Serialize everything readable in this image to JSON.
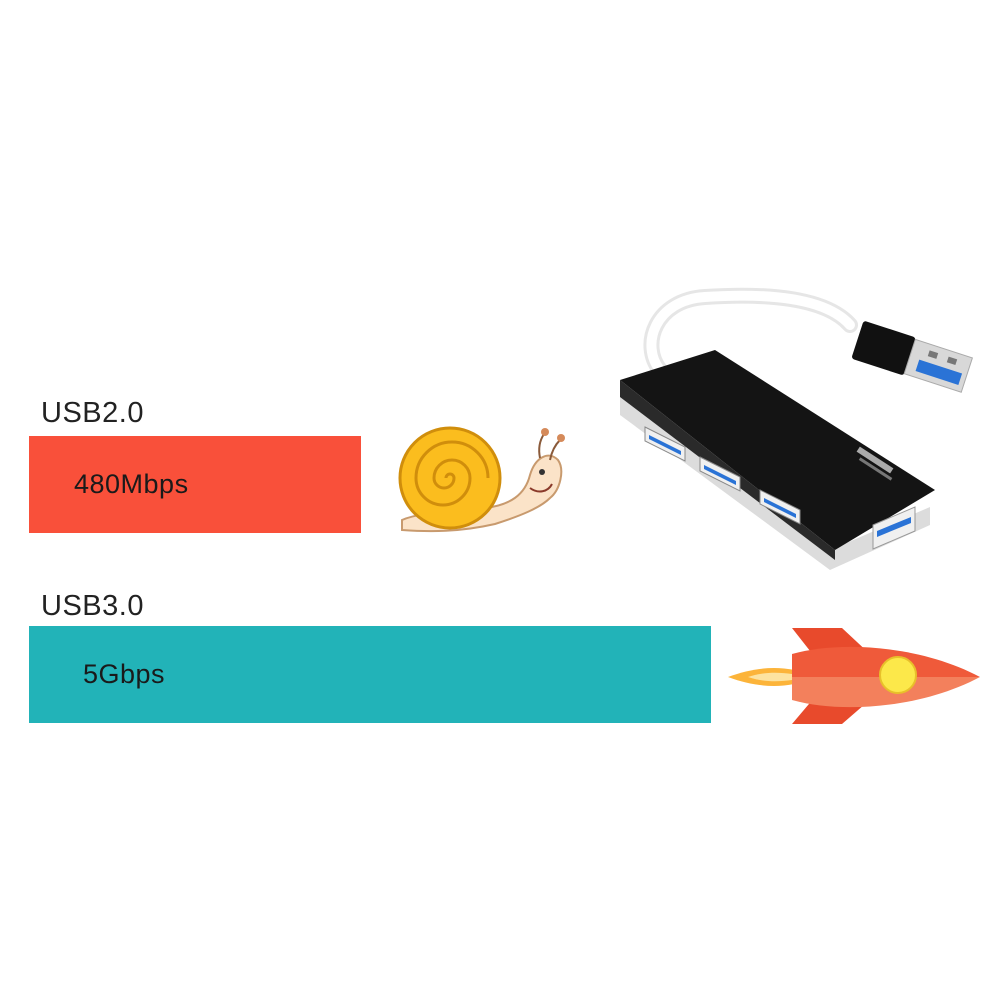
{
  "usb2": {
    "label": "USB2.0",
    "speed": "480Mbps",
    "color": "#f9503a",
    "icon": "snail-icon"
  },
  "usb3": {
    "label": "USB3.0",
    "speed": "5Gbps",
    "color": "#22b3b8",
    "icon": "rocket-icon"
  },
  "product": {
    "icon": "usb-hub-icon"
  }
}
